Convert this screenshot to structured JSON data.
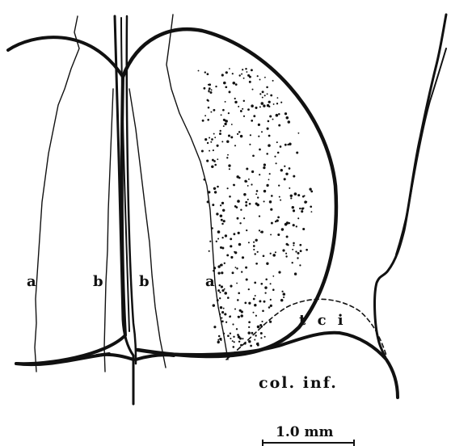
{
  "labels": {
    "a_left": "a",
    "b_left": "b",
    "b_right": "b",
    "a_right": "a",
    "tci": "t c i",
    "col_inf": "col. inf."
  },
  "scale_bar": {
    "label": "1.0 mm"
  },
  "colors": {
    "ink": "#111111",
    "background": "#ffffff"
  }
}
